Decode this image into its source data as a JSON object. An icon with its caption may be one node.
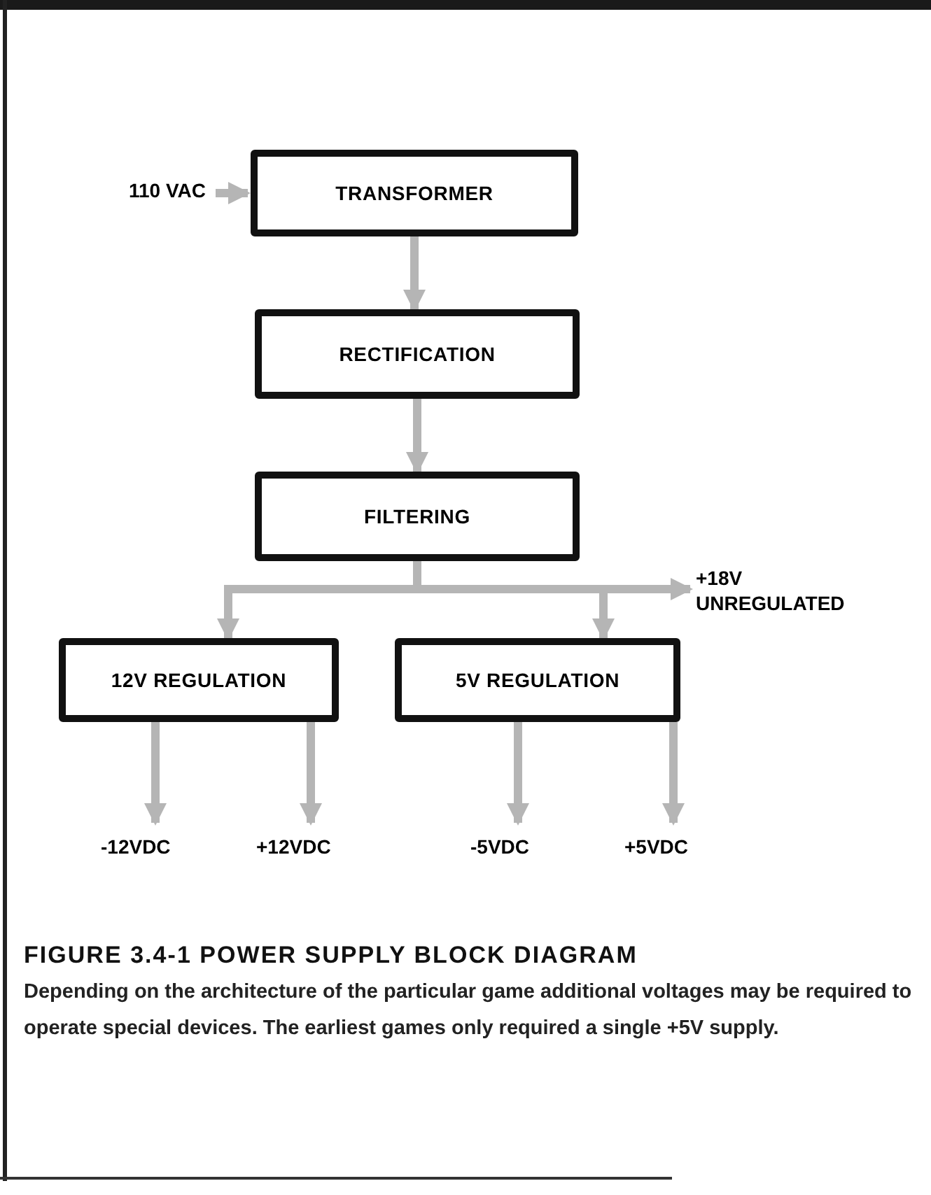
{
  "diagram": {
    "title": "FIGURE 3.4-1 POWER SUPPLY BLOCK DIAGRAM",
    "caption": "Depending on the architecture of the particular game additional voltages may be required to operate special devices. The earliest games only required a single +5V supply.",
    "nodes": [
      {
        "text": [
          "110 VAC"
        ]
      },
      {
        "text": [
          "TRANSFORMER"
        ]
      },
      {
        "text": [
          "RECTIFICATION"
        ]
      },
      {
        "text": [
          "FILTERING"
        ]
      },
      {
        "text": [
          "+18V UNREGULATED"
        ]
      },
      {
        "text": [
          "12V REGULATION"
        ]
      },
      {
        "text": [
          "5V REGULATION"
        ]
      },
      {
        "text": [
          "-12VDC"
        ]
      },
      {
        "text": [
          "+12VDC"
        ]
      },
      {
        "text": [
          "-5VDC"
        ]
      },
      {
        "text": [
          "+5VDC"
        ]
      }
    ],
    "edges": [
      {
        "from": 0,
        "to": 1,
        "arrow": "to"
      },
      {
        "from": 1,
        "to": 2,
        "arrow": "to"
      },
      {
        "from": 2,
        "to": 3,
        "arrow": "to"
      },
      {
        "from": 3,
        "to": 4,
        "arrow": "to"
      },
      {
        "from": 3,
        "to": 5,
        "arrow": "to"
      },
      {
        "from": 3,
        "to": 6,
        "arrow": "to"
      },
      {
        "from": 5,
        "to": 7,
        "arrow": "to"
      },
      {
        "from": 5,
        "to": 8,
        "arrow": "to"
      },
      {
        "from": 6,
        "to": 9,
        "arrow": "to"
      },
      {
        "from": 6,
        "to": 10,
        "arrow": "to"
      }
    ]
  }
}
